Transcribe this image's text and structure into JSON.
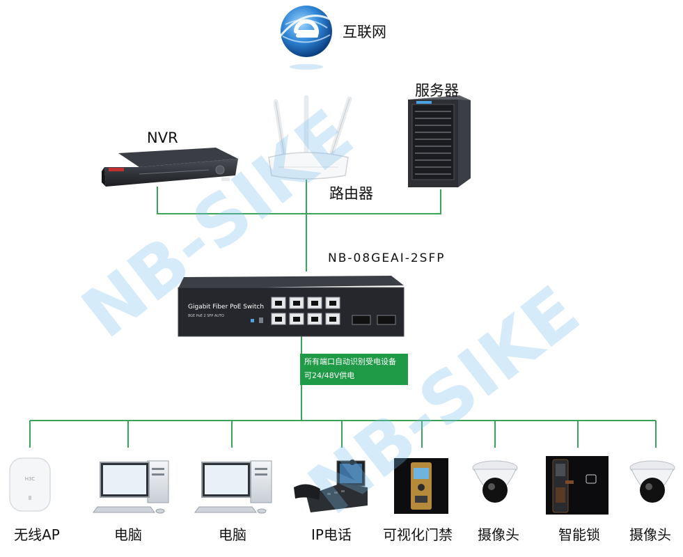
{
  "nodes": {
    "internet": "互联网",
    "nvr": "NVR",
    "router": "路由器",
    "server": "服务器",
    "switch_model": "NB-08GEAI-2SFP",
    "switch_face_title": "Gigabit Fiber PoE Switch",
    "switch_face_sub": "8GE PoE 2 SFP AUTO"
  },
  "switch_note": {
    "line1": "所有端口自动识别受电设备",
    "line2": "可24/48V供电"
  },
  "devices": [
    {
      "label": "无线AP",
      "icon": "wireless-ap-icon",
      "brand": "H3C"
    },
    {
      "label": "电脑",
      "icon": "desktop-computer-icon"
    },
    {
      "label": "电脑",
      "icon": "desktop-computer-icon"
    },
    {
      "label": "IP电话",
      "icon": "ip-phone-icon"
    },
    {
      "label": "可视化门禁",
      "icon": "video-door-access-icon"
    },
    {
      "label": "摄像头",
      "icon": "dome-camera-icon"
    },
    {
      "label": "智能锁",
      "icon": "smart-lock-icon"
    },
    {
      "label": "摄像头",
      "icon": "dome-camera-icon"
    }
  ],
  "watermark": "NB-SIKE",
  "colors": {
    "link_line": "#3aa35a",
    "note_bg": "#1f9a47",
    "switch_body": "#2b2d33",
    "watermark": "#78beeb",
    "watermark_accent": "#f5b183"
  }
}
